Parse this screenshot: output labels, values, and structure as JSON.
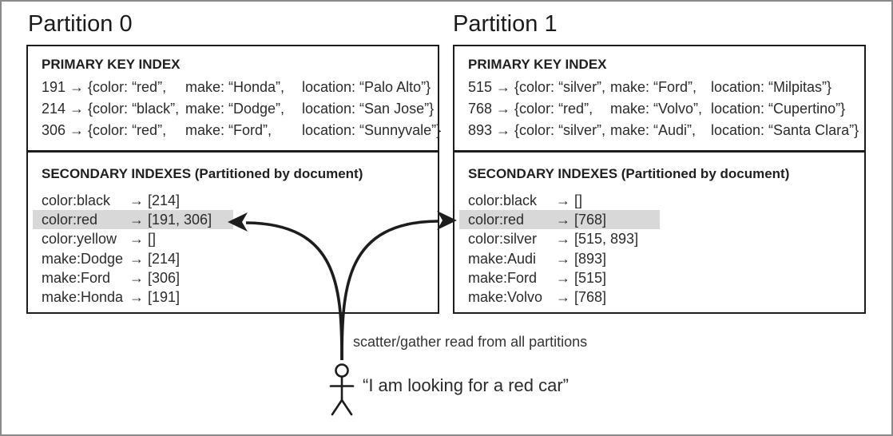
{
  "colors": {
    "highlight": "#d8d8d8",
    "line": "#1d1d1d",
    "text": "#2b2b2b",
    "outer_border": "#8a8a8a"
  },
  "annotations": {
    "scatter_label": "scatter/gather read from all partitions",
    "user_quote": "“I am looking for a red car”"
  },
  "partitions": [
    {
      "title": "Partition 0",
      "primary_index": {
        "header": "PRIMARY KEY INDEX",
        "rows": [
          {
            "id_field": "191 → {color: “red”,",
            "make_field": "make: “Honda”,",
            "location_field": "location: “Palo Alto”}"
          },
          {
            "id_field": "214 → {color: “black”,",
            "make_field": "make: “Dodge”,",
            "location_field": "location: “San Jose”}"
          },
          {
            "id_field": "306 → {color: “red”,",
            "make_field": "make: “Ford”,",
            "location_field": "location: “Sunnyvale”}"
          }
        ]
      },
      "secondary_indexes": {
        "header": "SECONDARY INDEXES (Partitioned by document)",
        "rows": [
          {
            "key": "color:black",
            "value": "→ [214]",
            "highlighted": false
          },
          {
            "key": "color:red",
            "value": "→ [191, 306]",
            "highlighted": true
          },
          {
            "key": "color:yellow",
            "value": "→ []",
            "highlighted": false
          },
          {
            "key": "make:Dodge",
            "value": "→ [214]",
            "highlighted": false
          },
          {
            "key": "make:Ford",
            "value": "→ [306]",
            "highlighted": false
          },
          {
            "key": "make:Honda",
            "value": "→ [191]",
            "highlighted": false
          }
        ]
      }
    },
    {
      "title": "Partition 1",
      "primary_index": {
        "header": "PRIMARY KEY INDEX",
        "rows": [
          {
            "id_field": "515 → {color: “silver”,",
            "make_field": "make: “Ford”,",
            "location_field": "location: “Milpitas”}"
          },
          {
            "id_field": "768 → {color: “red”,",
            "make_field": "make: “Volvo”,",
            "location_field": "location: “Cupertino”}"
          },
          {
            "id_field": "893 → {color: “silver”,",
            "make_field": "make: “Audi”,",
            "location_field": "location: “Santa Clara”}"
          }
        ]
      },
      "secondary_indexes": {
        "header": "SECONDARY INDEXES (Partitioned by document)",
        "rows": [
          {
            "key": "color:black",
            "value": "→ []",
            "highlighted": false
          },
          {
            "key": "color:red",
            "value": "→ [768]",
            "highlighted": true
          },
          {
            "key": "color:silver",
            "value": "→ [515, 893]",
            "highlighted": false
          },
          {
            "key": "make:Audi",
            "value": "→ [893]",
            "highlighted": false
          },
          {
            "key": "make:Ford",
            "value": "→ [515]",
            "highlighted": false
          },
          {
            "key": "make:Volvo",
            "value": "→ [768]",
            "highlighted": false
          }
        ]
      }
    }
  ]
}
